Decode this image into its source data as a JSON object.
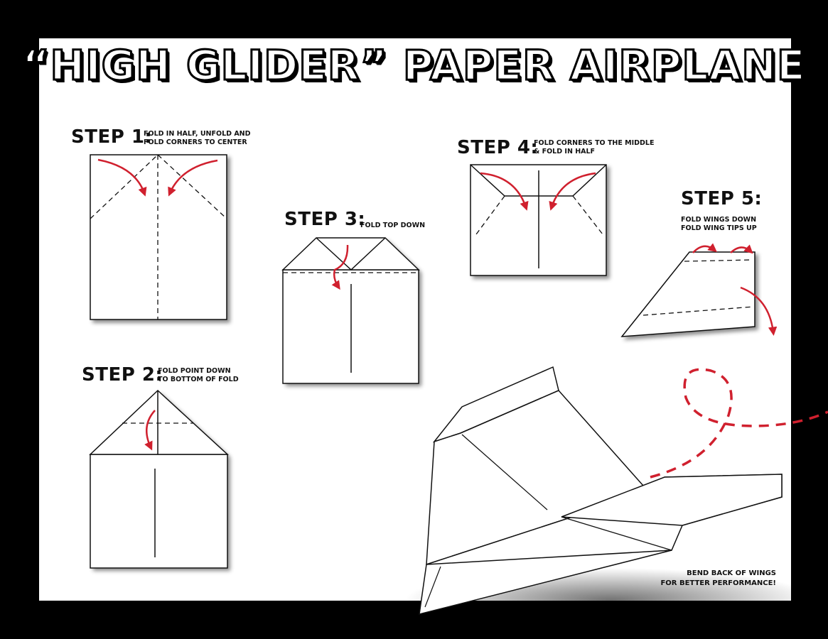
{
  "title": "“HIGH GLIDER” PAPER AIRPLANE",
  "steps": [
    {
      "label": "STEP 1:",
      "desc_line1": "FOLD IN HALF, UNFOLD AND",
      "desc_line2": "FOLD CORNERS TO CENTER"
    },
    {
      "label": "STEP 2:",
      "desc_line1": "FOLD POINT DOWN",
      "desc_line2": "TO BOTTOM OF FOLD"
    },
    {
      "label": "STEP 3:",
      "desc_line1": "FOLD TOP DOWN",
      "desc_line2": ""
    },
    {
      "label": "STEP 4:",
      "desc_line1": "FOLD CORNERS TO THE MIDDLE",
      "desc_line2": "& FOLD IN HALF"
    },
    {
      "label": "STEP 5:",
      "desc_line1": "FOLD WINGS DOWN",
      "desc_line2": "FOLD WING TIPS UP"
    }
  ],
  "tip": {
    "line1": "BEND BACK OF WINGS",
    "line2": "FOR BETTER PERFORMANCE!"
  },
  "colors": {
    "background": "#000000",
    "paper": "#ffffff",
    "arrow": "#d0202e",
    "ink": "#111111"
  }
}
